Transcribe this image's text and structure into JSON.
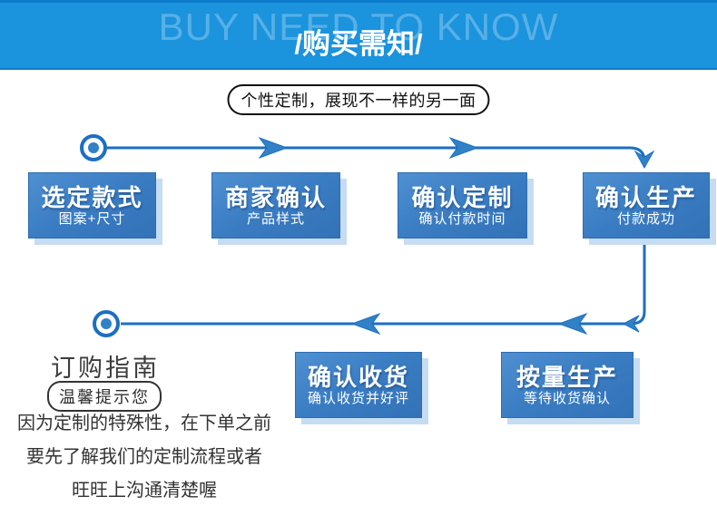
{
  "banner": {
    "background_text": "BUY NEED TO KNOW",
    "title": "/购买需知/"
  },
  "tagline": "个性定制，展现不一样的另一面",
  "flow": {
    "steps": [
      {
        "title": "选定款式",
        "subtitle": "图案+尺寸"
      },
      {
        "title": "商家确认",
        "subtitle": "产品样式"
      },
      {
        "title": "确认定制",
        "subtitle": "确认付款时间"
      },
      {
        "title": "确认生产",
        "subtitle": "付款成功"
      },
      {
        "title": "按量生产",
        "subtitle": "等待收货确认"
      },
      {
        "title": "确认收货",
        "subtitle": "确认收货并好评"
      }
    ]
  },
  "guide": {
    "heading": "订购指南",
    "badge": "温馨提示您",
    "lines": [
      "因为定制的特殊性，在下单之前",
      "要先了解我们的定制流程或者",
      "旺旺上沟通清楚喔"
    ]
  },
  "colors": {
    "banner_bg": "#1b93dd",
    "banner_edge": "#0e7ccc",
    "banner_bg_text": "rgba(255,255,255,0.27)",
    "line": "#1c6fc2",
    "arrow": "#3181c7",
    "box_fill_top": "#4f90d2",
    "box_fill_bottom": "#3372b7",
    "box_border": "#2d6db2",
    "box_shadow": "#c6dcf2",
    "text_dark": "#333333"
  }
}
